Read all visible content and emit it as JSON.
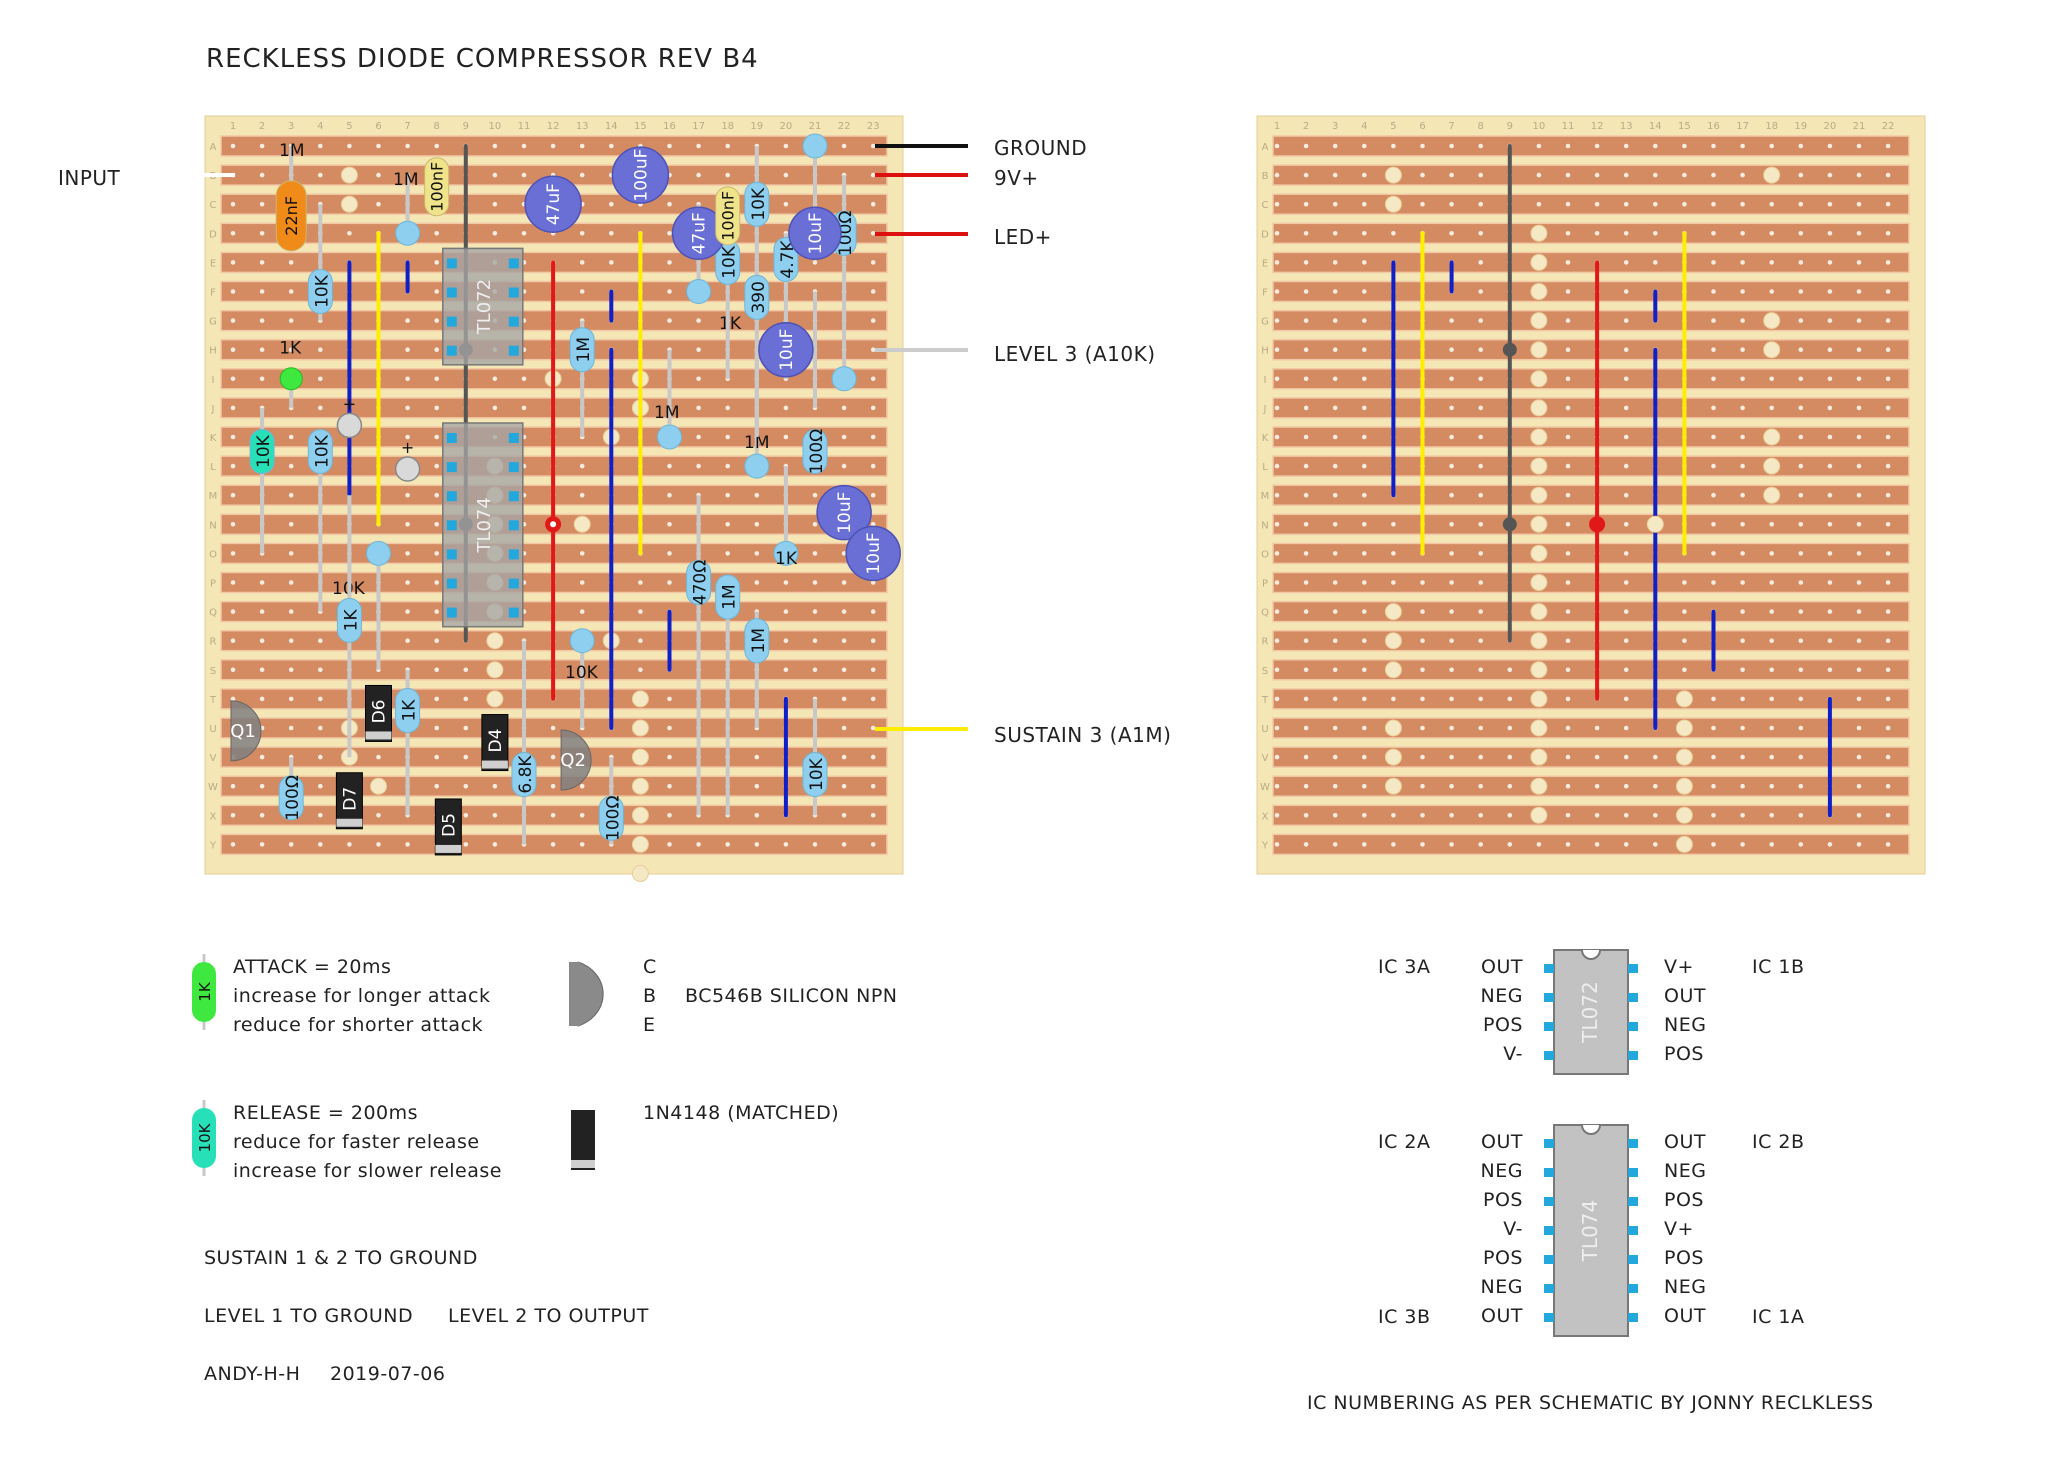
{
  "title": "RECKLESS DIODE COMPRESSOR REV B4",
  "board": {
    "columns": [
      "1",
      "2",
      "3",
      "4",
      "5",
      "6",
      "7",
      "8",
      "9",
      "10",
      "11",
      "12",
      "13",
      "14",
      "15",
      "16",
      "17",
      "18",
      "19",
      "20",
      "21",
      "22",
      "23"
    ],
    "rows": [
      "A",
      "B",
      "C",
      "D",
      "E",
      "F",
      "G",
      "H",
      "I",
      "J",
      "K",
      "L",
      "M",
      "N",
      "O",
      "P",
      "Q",
      "R",
      "S",
      "T",
      "U",
      "V",
      "W",
      "X",
      "Y"
    ],
    "columns_back": [
      "1",
      "2",
      "3",
      "4",
      "5",
      "6",
      "7",
      "8",
      "9",
      "10",
      "11",
      "12",
      "13",
      "14",
      "15",
      "16",
      "17",
      "18",
      "19",
      "20",
      "21",
      "22"
    ],
    "colors": {
      "board": "#f5e6b5",
      "strip": "#d58b61",
      "strip_edge": "#f2c9a6",
      "hole": "#f3ece0",
      "cut": "#f5e8c4"
    }
  },
  "wires_offboard": {
    "input": "INPUT",
    "ground": "GROUND",
    "v9": "9V+",
    "led": "LED+",
    "level": "LEVEL 3 (A10K)",
    "sustain": "SUSTAIN 3 (A1M)"
  },
  "components": {
    "r1": "1M",
    "c1": "22nF",
    "r2": "1M",
    "c2": "100nF",
    "c3": "47uF",
    "c4": "100uF",
    "c5": "47uF",
    "c6": "100nF",
    "r3": "10K",
    "r4": "10K",
    "r5": "390",
    "r6": "4.7K",
    "c7": "10uF",
    "r7": "100Ω",
    "r8": "10K",
    "ic1": "TL072",
    "r9": "1M",
    "r10": "1K",
    "c8": "10uF",
    "r11": "1K",
    "r12": "10K",
    "r13": "10K",
    "plus1": "+",
    "plus2": "+",
    "r14": "1M",
    "r15": "1M",
    "r16": "100Ω",
    "ic2": "TL074",
    "c9": "10uF",
    "c10": "10uF",
    "r17": "470Ω",
    "r18": "1M",
    "r19": "1M",
    "r20": "10K",
    "r21": "1K",
    "r22": "1M",
    "r23": "10K",
    "r24": "1K",
    "d6": "D6",
    "d4": "D4",
    "q1": "Q1",
    "q2": "Q2",
    "r25": "6.8K",
    "d7": "D7",
    "d5": "D5",
    "r26": "100Ω",
    "r27": "100Ω",
    "r28": "10K"
  },
  "legend": {
    "attack_res": "1K",
    "attack_title": "ATTACK = 20ms",
    "attack_l1": "increase for longer attack",
    "attack_l2": "reduce for shorter attack",
    "release_res": "10K",
    "release_title": "RELEASE = 200ms",
    "release_l1": "reduce for faster release",
    "release_l2": "increase for slower release",
    "pin_c": "C",
    "pin_b": "B",
    "pin_e": "E",
    "transistor": "BC546B  SILICON NPN",
    "diode": "1N4148 (MATCHED)",
    "note1": "SUSTAIN 1 & 2 TO GROUND",
    "note2": "LEVEL 1 TO GROUND",
    "note3": "LEVEL 2 TO OUTPUT",
    "author": "ANDY-H-H",
    "date": "2019-07-06"
  },
  "pinout": {
    "tl072": {
      "name": "TL072",
      "left_label": "IC 3A",
      "right_label": "IC 1B",
      "left_pins": [
        "OUT",
        "NEG",
        "POS",
        "V-"
      ],
      "right_pins": [
        "V+",
        "OUT",
        "NEG",
        "POS"
      ]
    },
    "tl074": {
      "name": "TL074",
      "left_top": "IC 2A",
      "right_top": "IC 2B",
      "left_bottom": "IC 3B",
      "right_bottom": "IC 1A",
      "left_pins": [
        "OUT",
        "NEG",
        "POS",
        "V-",
        "POS",
        "NEG",
        "OUT"
      ],
      "right_pins": [
        "OUT",
        "NEG",
        "POS",
        "V+",
        "POS",
        "NEG",
        "OUT"
      ]
    },
    "note": "IC NUMBERING AS PER SCHEMATIC BY JONNY RECLKLESS"
  }
}
